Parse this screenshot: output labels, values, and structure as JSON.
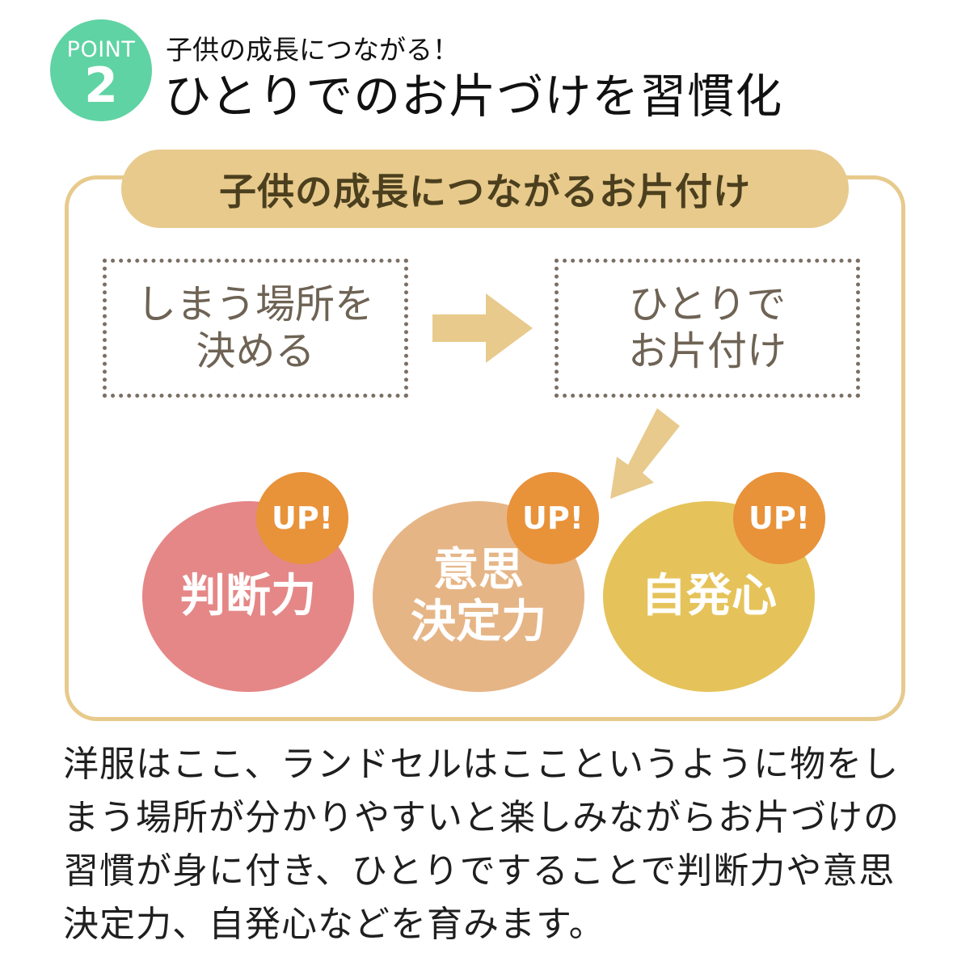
{
  "header": {
    "badge_word": "POINT",
    "badge_number": "2",
    "subtitle": "子供の成長につながる！",
    "title": "ひとりでのお片づけを習慣化"
  },
  "panel": {
    "title": "子供の成長につながるお片付け",
    "step1": "しまう場所を\n決める",
    "step2": "ひとりで\nお片付け"
  },
  "skills": [
    {
      "label": "判断力",
      "badge": "UP!",
      "color": "#e58787"
    },
    {
      "label": "意思\n決定力",
      "badge": "UP!",
      "color": "#e6b586"
    },
    {
      "label": "自発心",
      "badge": "UP!",
      "color": "#e5c35a"
    }
  ],
  "description": "洋服はここ、ランドセルはここというように物をしまう場所が分かりやすいと楽しみながらお片づけの習慣が身に付き、ひとりですることで判断力や意思決定力、自発心などを育みます。",
  "colors": {
    "badge": "#5fd3a3",
    "frame": "#e7ca8c",
    "arrow": "#e7ca8c",
    "up_badge": "#e8923a"
  }
}
